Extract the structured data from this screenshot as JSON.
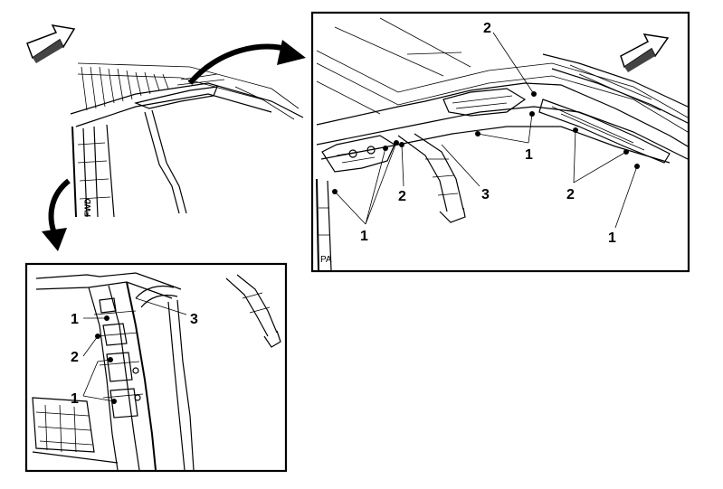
{
  "colors": {
    "ink": "#000000",
    "paper": "#ffffff"
  },
  "icons": {
    "forward_arrow": "forward-arrow-icon",
    "curved_arrow": "curved-pointer-arrow-icon"
  },
  "overview": {
    "side_label": "FWD"
  },
  "detail_roof": {
    "callouts": [
      "2",
      "1",
      "2",
      "3",
      "1",
      "2",
      "1"
    ],
    "small_label": "PA"
  },
  "detail_pillar": {
    "callouts": [
      "1",
      "3",
      "2",
      "1"
    ]
  }
}
